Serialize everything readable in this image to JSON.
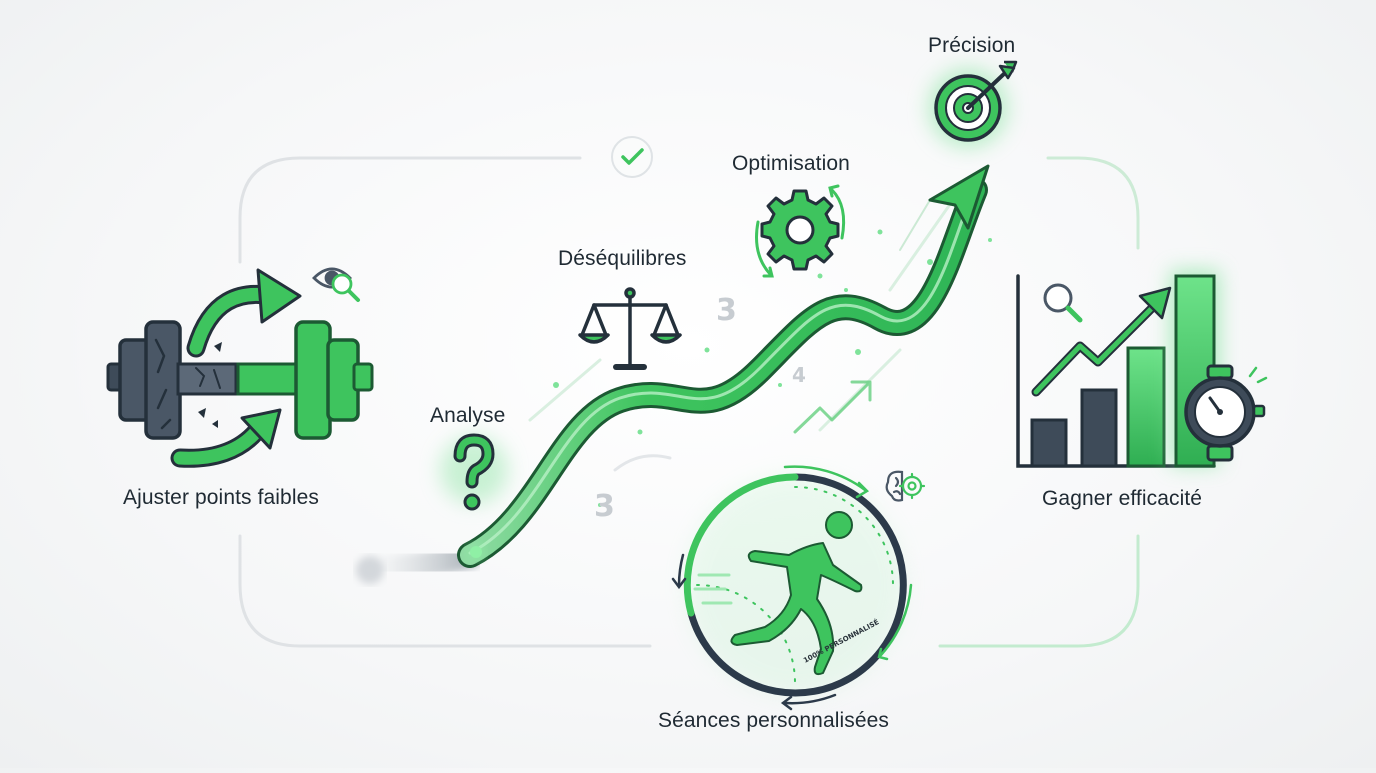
{
  "labels": {
    "precision": "Précision",
    "optimisation": "Optimisation",
    "desequilibres": "Déséquilibres",
    "analyse": "Analyse",
    "ajuster": "Ajuster points faibles",
    "gagner": "Gagner efficacité",
    "seances": "Séances personnalisées"
  },
  "step_numbers": [
    "3",
    "4",
    "3"
  ],
  "badge_text": "100% PERSONNALISÉ",
  "icons": {
    "precision": "target-arrow-icon",
    "optimisation": "gear-refresh-icon",
    "desequilibres": "balance-scale-icon",
    "analyse": "question-mark-icon",
    "ajuster": "dumbbell-repair-icon",
    "eye": "eye-magnifier-icon",
    "gagner": "bar-chart-growth-icon",
    "magnifier": "magnifier-icon",
    "stopwatch": "stopwatch-icon",
    "seances": "runner-cycle-icon",
    "brain": "brain-gear-icon",
    "check": "checkmark-circle-icon"
  },
  "colors": {
    "accent": "#3ec45e",
    "accent_dark": "#1f8f3f",
    "dark": "#2c3a4a",
    "text": "#1f2a33",
    "frame": "#dde1e4"
  }
}
